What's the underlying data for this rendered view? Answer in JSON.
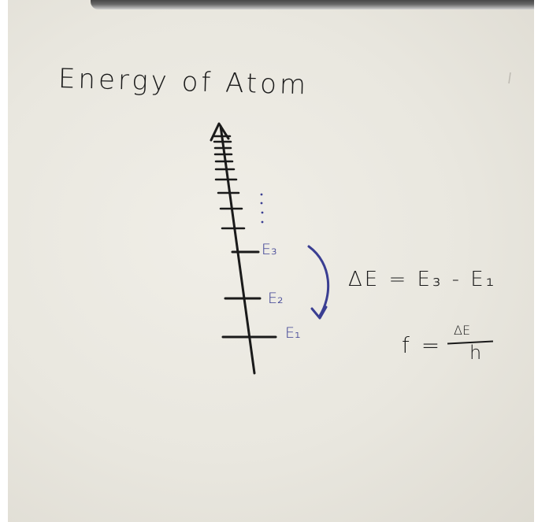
{
  "title": "Energy of Atom",
  "levels": [
    "E₃",
    "E₂",
    "E₁"
  ],
  "equations": {
    "delta_e": "ΔE = E₃ - E₁",
    "frequency_lhs": "f =",
    "frequency_numerator": "ΔE",
    "frequency_denominator": "h"
  },
  "colors": {
    "paper": "#ebe9e1",
    "ink_black": "#1a1a1a",
    "ink_blue": "#3a3e92"
  }
}
